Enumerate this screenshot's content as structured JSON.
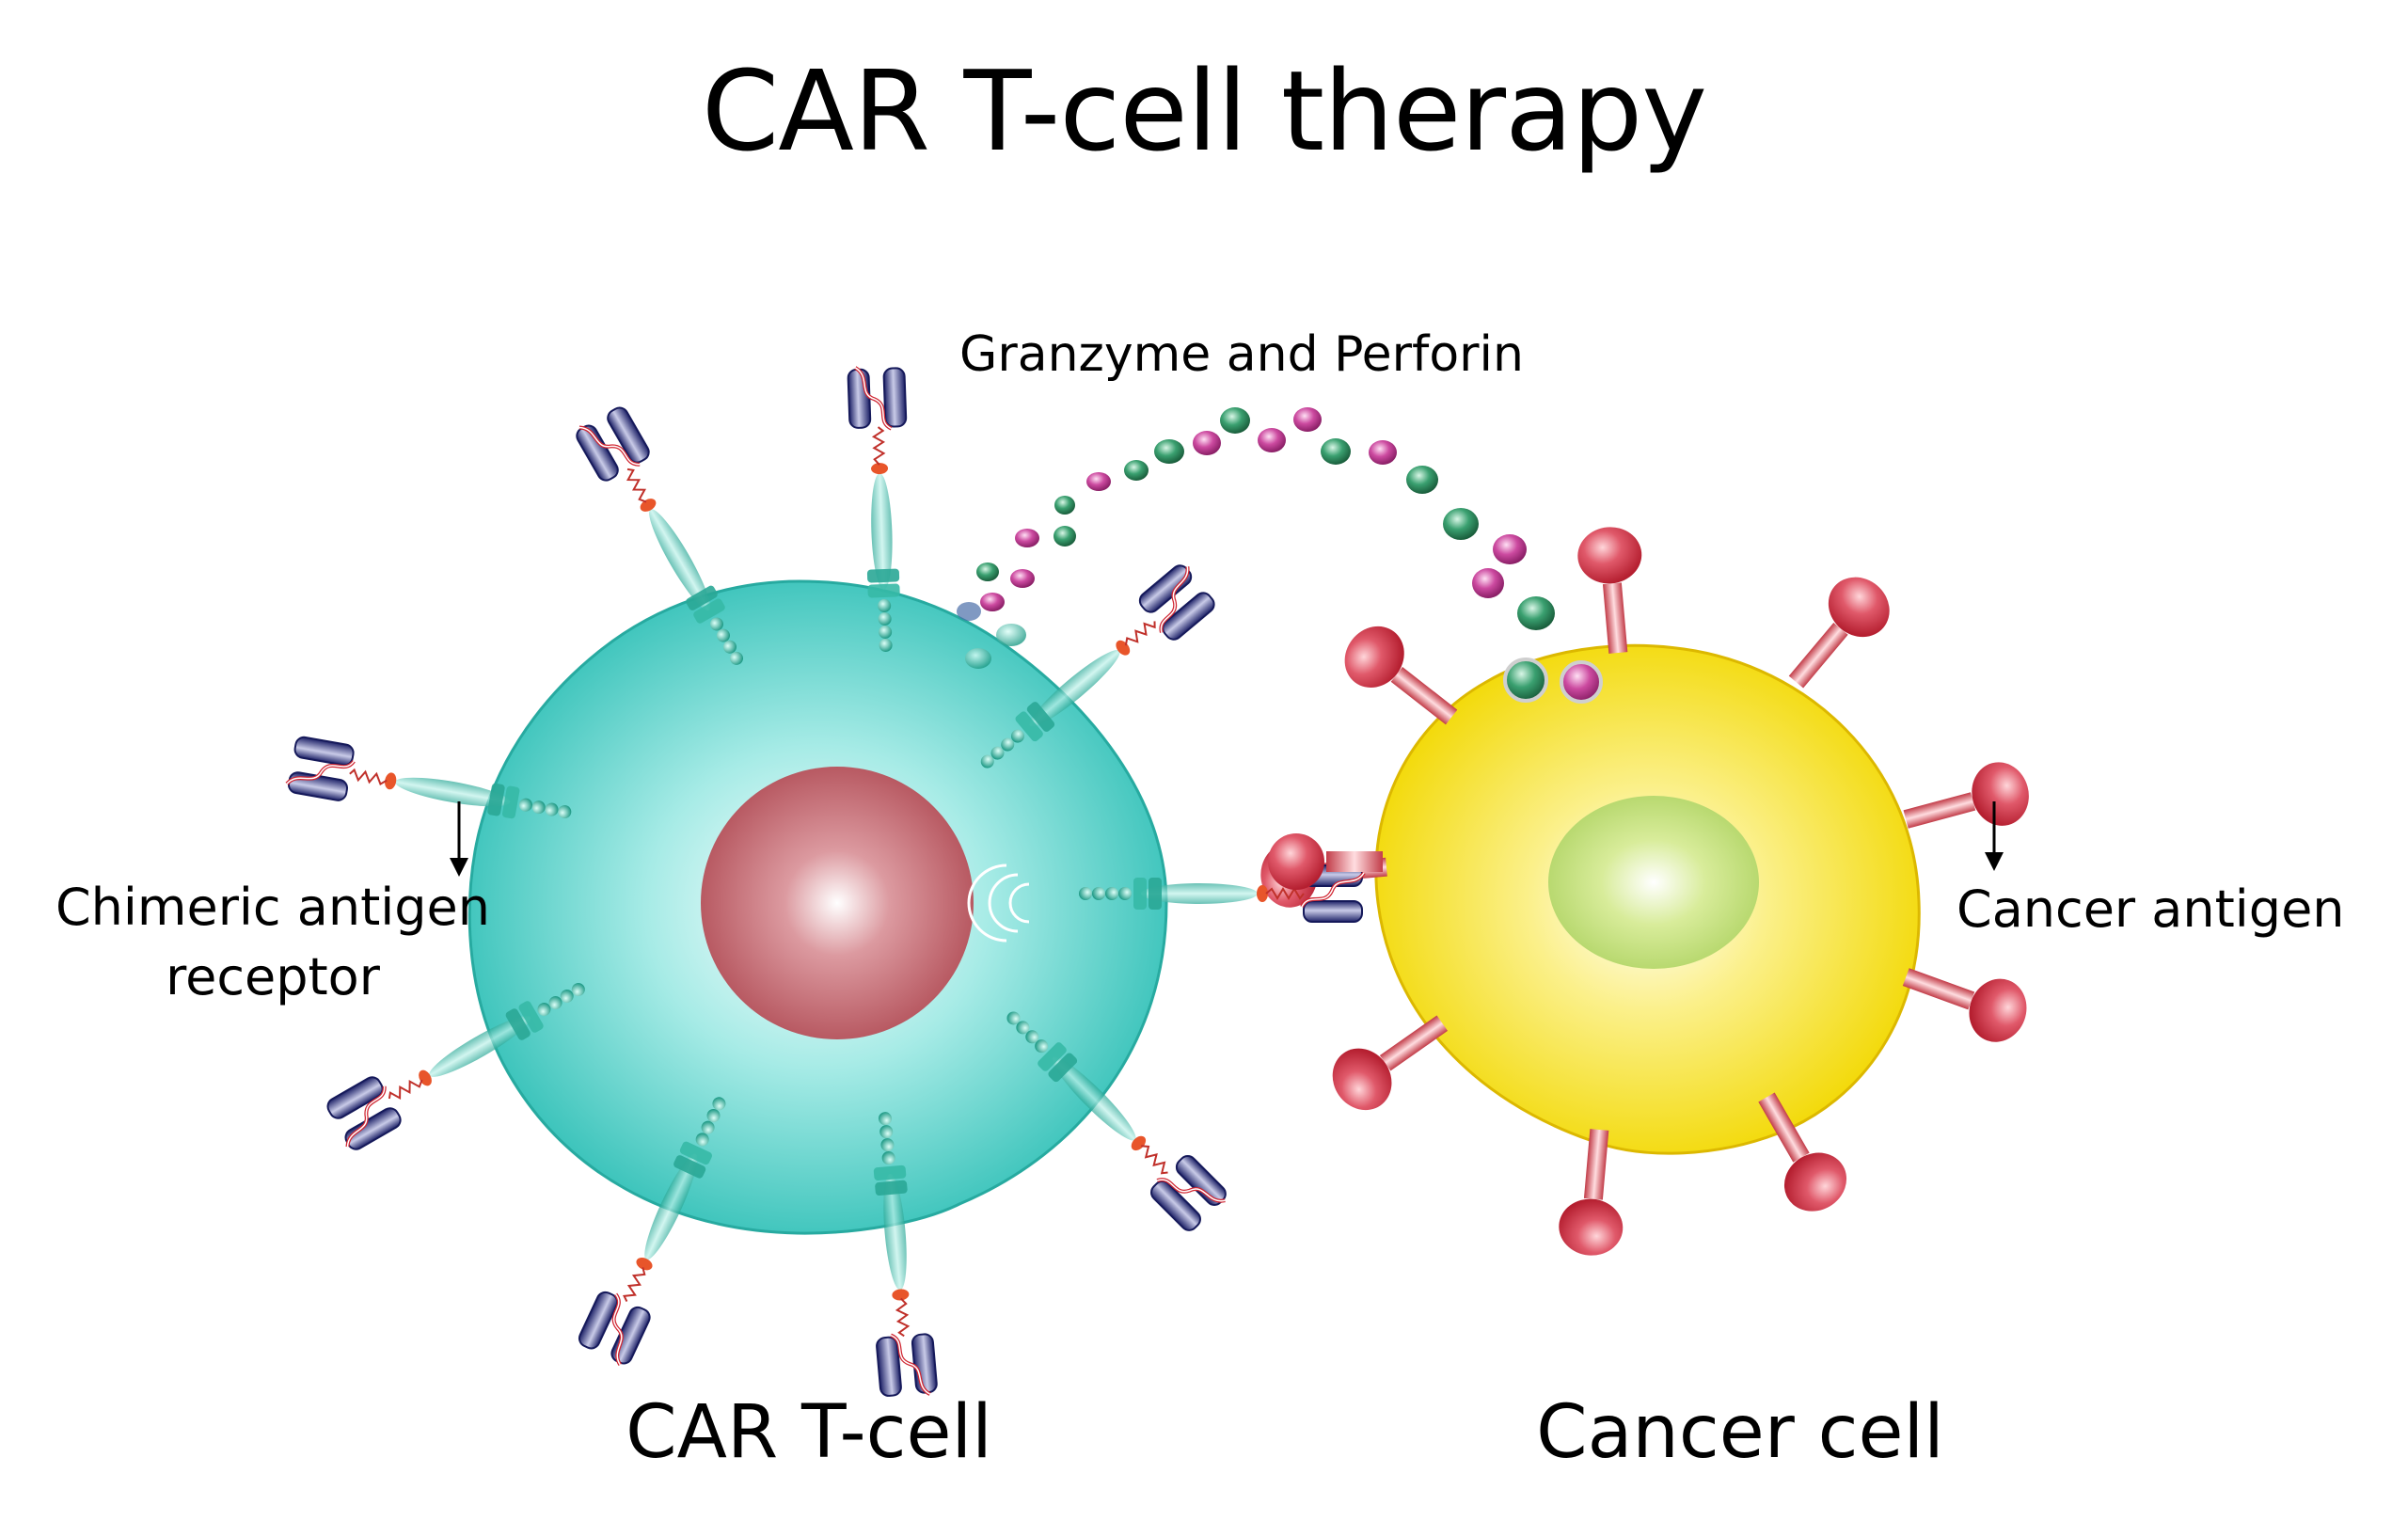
{
  "title": "CAR T-cell therapy",
  "labels": {
    "granzyme": "Granzyme and Perforin",
    "car": "Chimeric antigen receptor",
    "cancer_antigen": "Cancer antigen",
    "t_cell": "CAR T-cell",
    "cancer_cell": "Cancer cell"
  },
  "colors": {
    "t_cell_body": "#3cc7bf",
    "t_cell_nucleus": "#c0636b",
    "cancer_cell_body": "#f7e21a",
    "cancer_cell_nucleus": "#b9d86a",
    "antigen": "#d9424f",
    "receptor": "#2a2f7a",
    "granzyme": "#2e8b5c",
    "perforin": "#b83a8a"
  }
}
